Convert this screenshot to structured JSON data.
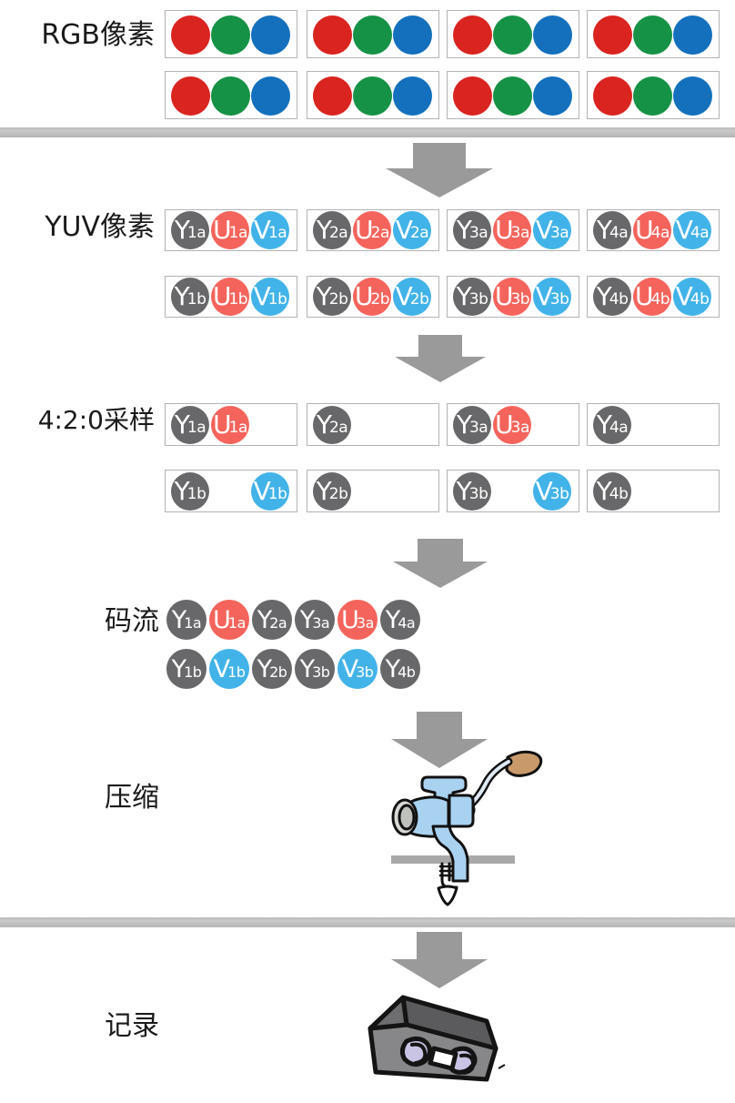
{
  "diagram": {
    "title": "RGB to YUV 4:2:0 video encoding pipeline",
    "colors": {
      "rgb_red": "#d9241f",
      "rgb_green": "#169246",
      "rgb_blue": "#1470bd",
      "luma_y": "#68686a",
      "chroma_u": "#f4645c",
      "chroma_v": "#42b3e8",
      "arrow_gray": "#9a9a9a",
      "bar_gray": "#c3c3c3",
      "box_border": "#b3b3b8"
    }
  },
  "stages": [
    {
      "id": "rgb",
      "label": "RGB像素"
    },
    {
      "id": "yuv",
      "label": "YUV像素"
    },
    {
      "id": "sampling",
      "label": "4:2:0采样"
    },
    {
      "id": "bitstream",
      "label": "码流"
    },
    {
      "id": "compress",
      "label": "压缩"
    },
    {
      "id": "record",
      "label": "记录"
    }
  ],
  "rgb_pixels": {
    "row_a": [
      {
        "channels": [
          "R",
          "G",
          "B"
        ]
      },
      {
        "channels": [
          "R",
          "G",
          "B"
        ]
      },
      {
        "channels": [
          "R",
          "G",
          "B"
        ]
      },
      {
        "channels": [
          "R",
          "G",
          "B"
        ]
      }
    ],
    "row_b": [
      {
        "channels": [
          "R",
          "G",
          "B"
        ]
      },
      {
        "channels": [
          "R",
          "G",
          "B"
        ]
      },
      {
        "channels": [
          "R",
          "G",
          "B"
        ]
      },
      {
        "channels": [
          "R",
          "G",
          "B"
        ]
      }
    ]
  },
  "yuv_pixels": {
    "row_a": [
      [
        {
          "t": "Y",
          "n": "1a"
        },
        {
          "t": "U",
          "n": "1a"
        },
        {
          "t": "V",
          "n": "1a"
        }
      ],
      [
        {
          "t": "Y",
          "n": "2a"
        },
        {
          "t": "U",
          "n": "2a"
        },
        {
          "t": "V",
          "n": "2a"
        }
      ],
      [
        {
          "t": "Y",
          "n": "3a"
        },
        {
          "t": "U",
          "n": "3a"
        },
        {
          "t": "V",
          "n": "3a"
        }
      ],
      [
        {
          "t": "Y",
          "n": "4a"
        },
        {
          "t": "U",
          "n": "4a"
        },
        {
          "t": "V",
          "n": "4a"
        }
      ]
    ],
    "row_b": [
      [
        {
          "t": "Y",
          "n": "1b"
        },
        {
          "t": "U",
          "n": "1b"
        },
        {
          "t": "V",
          "n": "1b"
        }
      ],
      [
        {
          "t": "Y",
          "n": "2b"
        },
        {
          "t": "U",
          "n": "2b"
        },
        {
          "t": "V",
          "n": "2b"
        }
      ],
      [
        {
          "t": "Y",
          "n": "3b"
        },
        {
          "t": "U",
          "n": "3b"
        },
        {
          "t": "V",
          "n": "3b"
        }
      ],
      [
        {
          "t": "Y",
          "n": "4b"
        },
        {
          "t": "U",
          "n": "4b"
        },
        {
          "t": "V",
          "n": "4b"
        }
      ]
    ]
  },
  "sampled_420": {
    "row_a": [
      [
        {
          "t": "Y",
          "n": "1a",
          "slot": 0
        },
        {
          "t": "U",
          "n": "1a",
          "slot": 1
        }
      ],
      [
        {
          "t": "Y",
          "n": "2a",
          "slot": 0
        }
      ],
      [
        {
          "t": "Y",
          "n": "3a",
          "slot": 0
        },
        {
          "t": "U",
          "n": "3a",
          "slot": 1
        }
      ],
      [
        {
          "t": "Y",
          "n": "4a",
          "slot": 0
        }
      ]
    ],
    "row_b": [
      [
        {
          "t": "Y",
          "n": "1b",
          "slot": 0
        },
        {
          "t": "V",
          "n": "1b",
          "slot": 2
        }
      ],
      [
        {
          "t": "Y",
          "n": "2b",
          "slot": 0
        }
      ],
      [
        {
          "t": "Y",
          "n": "3b",
          "slot": 0
        },
        {
          "t": "V",
          "n": "3b",
          "slot": 2
        }
      ],
      [
        {
          "t": "Y",
          "n": "4b",
          "slot": 0
        }
      ]
    ]
  },
  "bitstream": {
    "row_a": [
      {
        "t": "Y",
        "n": "1a"
      },
      {
        "t": "U",
        "n": "1a"
      },
      {
        "t": "Y",
        "n": "2a"
      },
      {
        "t": "Y",
        "n": "3a"
      },
      {
        "t": "U",
        "n": "3a"
      },
      {
        "t": "Y",
        "n": "4a"
      }
    ],
    "row_b": [
      {
        "t": "Y",
        "n": "1b"
      },
      {
        "t": "V",
        "n": "1b"
      },
      {
        "t": "Y",
        "n": "2b"
      },
      {
        "t": "Y",
        "n": "3b"
      },
      {
        "t": "V",
        "n": "3b"
      },
      {
        "t": "Y",
        "n": "4b"
      }
    ]
  },
  "illustrations": [
    {
      "id": "grinder",
      "name": "meat-grinder-illustration",
      "stage": "压缩"
    },
    {
      "id": "cassette",
      "name": "video-cassette-illustration",
      "stage": "记录"
    }
  ],
  "arrows": [
    {
      "id": "arrow-rgb-to-yuv"
    },
    {
      "id": "arrow-yuv-to-sampling"
    },
    {
      "id": "arrow-sampling-to-bitstream"
    },
    {
      "id": "arrow-bitstream-to-compress"
    },
    {
      "id": "arrow-compress-to-record"
    }
  ]
}
